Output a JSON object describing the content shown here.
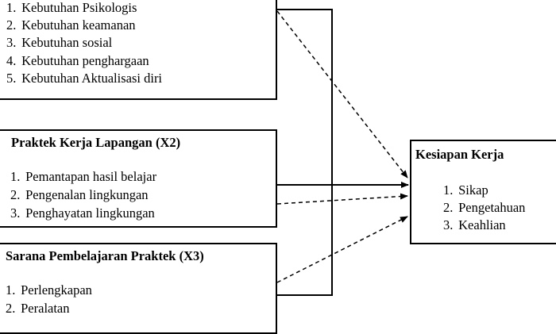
{
  "box_x1": {
    "items": [
      {
        "num": "1.",
        "label": "Kebutuhan Psikologis"
      },
      {
        "num": "2.",
        "label": "Kebutuhan keamanan"
      },
      {
        "num": "3.",
        "label": "Kebutuhan sosial"
      },
      {
        "num": "4.",
        "label": "Kebutuhan penghargaan"
      },
      {
        "num": "5.",
        "label": "Kebutuhan Aktualisasi diri"
      }
    ]
  },
  "box_x2": {
    "title": "Praktek Kerja Lapangan (X2)",
    "items": [
      {
        "num": "1.",
        "label": "Pemantapan hasil belajar"
      },
      {
        "num": "2.",
        "label": "Pengenalan lingkungan"
      },
      {
        "num": "3.",
        "label": "Penghayatan lingkungan"
      }
    ]
  },
  "box_x3": {
    "title": "Sarana Pembelajaran Praktek (X3)",
    "items": [
      {
        "num": "1.",
        "label": "Perlengkapan"
      },
      {
        "num": "2.",
        "label": "Peralatan"
      }
    ]
  },
  "box_y": {
    "title": "Kesiapan Kerja",
    "items": [
      {
        "num": "1.",
        "label": "Sikap"
      },
      {
        "num": "2.",
        "label": "Pengetahuan"
      },
      {
        "num": "3.",
        "label": "Keahlian"
      }
    ]
  }
}
